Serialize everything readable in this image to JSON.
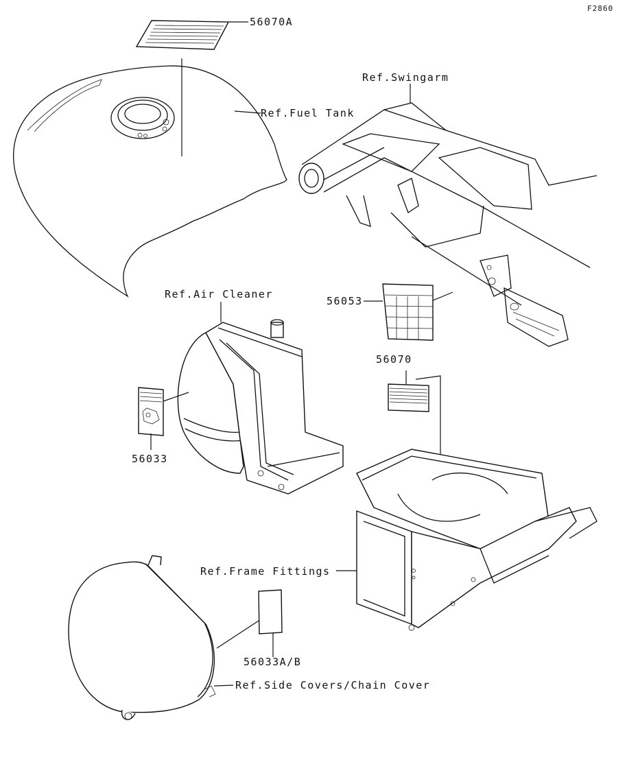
{
  "figure_id": "F2860",
  "labels": {
    "p56070A": "56070A",
    "fuel_tank": "Ref.Fuel Tank",
    "swingarm": "Ref.Swingarm",
    "air_cleaner": "Ref.Air Cleaner",
    "p56053": "56053",
    "p56070": "56070",
    "p56033": "56033",
    "frame_fittings": "Ref.Frame Fittings",
    "p56033AB": "56033A/B",
    "side_covers": "Ref.Side Covers/Chain Cover"
  }
}
